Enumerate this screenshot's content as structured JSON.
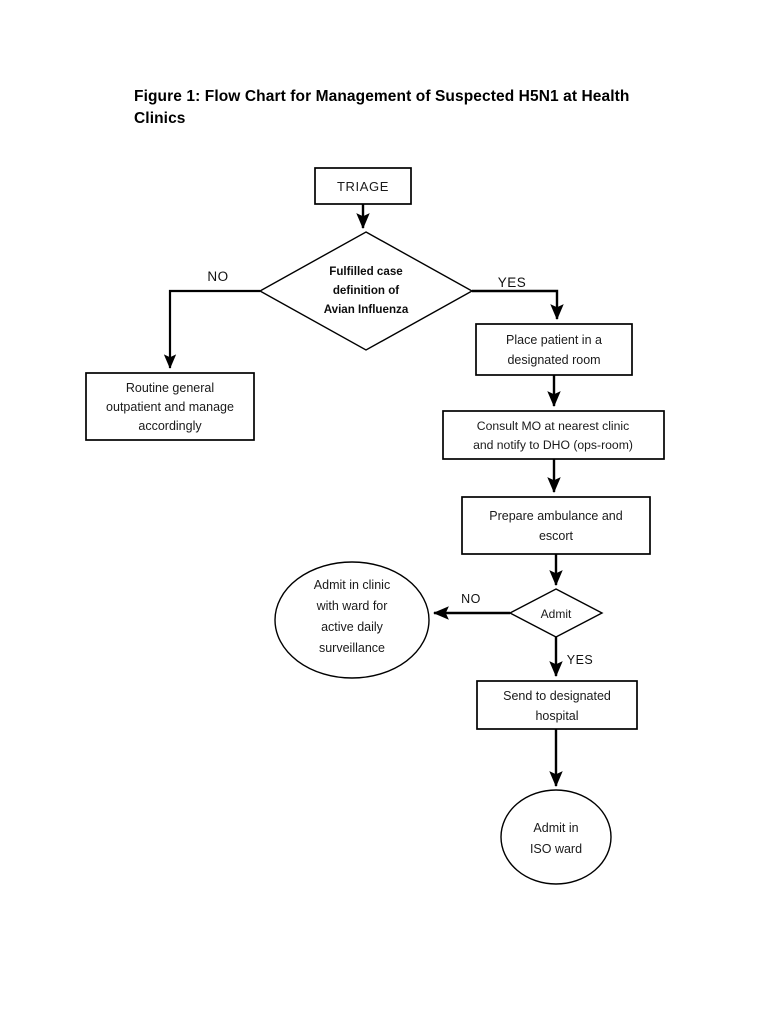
{
  "document": {
    "title": "Figure 1: Flow Chart for Management of Suspected H5N1 at Health Clinics",
    "background_color": "#ffffff",
    "line_color": "#000000",
    "text_color": "#1a1a1a"
  },
  "chart_data": {
    "type": "diagram",
    "subtype": "flowchart",
    "title": "Figure 1: Flow Chart for Management of Suspected H5N1 at Health Clinics",
    "orientation": "top-to-bottom",
    "nodes": [
      {
        "id": "triage",
        "shape": "rectangle",
        "text": "TRIAGE"
      },
      {
        "id": "decision_case_def",
        "shape": "diamond",
        "lines": [
          "Fulfilled case",
          "definition of",
          "Avian Influenza"
        ]
      },
      {
        "id": "routine_outpatient",
        "shape": "rectangle",
        "lines": [
          "Routine general",
          "outpatient and manage",
          "accordingly"
        ]
      },
      {
        "id": "designated_room",
        "shape": "rectangle",
        "lines": [
          "Place patient in a",
          "designated room"
        ]
      },
      {
        "id": "consult_mo",
        "shape": "rectangle",
        "lines": [
          "Consult MO at nearest clinic",
          "and notify to DHO (ops-room)"
        ]
      },
      {
        "id": "prepare_ambulance",
        "shape": "rectangle",
        "lines": [
          "Prepare ambulance and",
          "escort"
        ]
      },
      {
        "id": "decision_admit",
        "shape": "diamond",
        "lines": [
          "Admit"
        ]
      },
      {
        "id": "admit_clinic_ward",
        "shape": "ellipse",
        "lines": [
          "Admit in clinic",
          "with ward for",
          "active daily",
          "surveillance"
        ]
      },
      {
        "id": "send_hospital",
        "shape": "rectangle",
        "lines": [
          "Send to designated",
          "hospital"
        ]
      },
      {
        "id": "admit_iso",
        "shape": "ellipse",
        "lines": [
          "Admit in",
          "ISO ward"
        ]
      }
    ],
    "edges": [
      {
        "from": "triage",
        "to": "decision_case_def",
        "label": ""
      },
      {
        "from": "decision_case_def",
        "to": "routine_outpatient",
        "label": "NO"
      },
      {
        "from": "decision_case_def",
        "to": "designated_room",
        "label": "YES"
      },
      {
        "from": "designated_room",
        "to": "consult_mo",
        "label": ""
      },
      {
        "from": "consult_mo",
        "to": "prepare_ambulance",
        "label": ""
      },
      {
        "from": "prepare_ambulance",
        "to": "decision_admit",
        "label": ""
      },
      {
        "from": "decision_admit",
        "to": "admit_clinic_ward",
        "label": "NO"
      },
      {
        "from": "decision_admit",
        "to": "send_hospital",
        "label": "YES"
      },
      {
        "from": "send_hospital",
        "to": "admit_iso",
        "label": ""
      }
    ]
  },
  "labels": {
    "triage": "TRIAGE",
    "case_def_l1": "Fulfilled case",
    "case_def_l2": "definition of",
    "case_def_l3": "Avian Influenza",
    "no_top": "NO",
    "yes_top": "YES",
    "routine_l1": "Routine general",
    "routine_l2": "outpatient and manage",
    "routine_l3": "accordingly",
    "room_l1": "Place patient in a",
    "room_l2": "designated room",
    "consult_l1": "Consult MO at nearest clinic",
    "consult_l2": "and notify to DHO (ops-room)",
    "ambulance_l1": "Prepare ambulance and",
    "ambulance_l2": "escort",
    "admit_decision": "Admit",
    "no_admit": "NO",
    "yes_admit": "YES",
    "clinic_l1": "Admit in clinic",
    "clinic_l2": "with ward for",
    "clinic_l3": "active daily",
    "clinic_l4": "surveillance",
    "hospital_l1": "Send to designated",
    "hospital_l2": "hospital",
    "iso_l1": "Admit in",
    "iso_l2": "ISO ward"
  }
}
